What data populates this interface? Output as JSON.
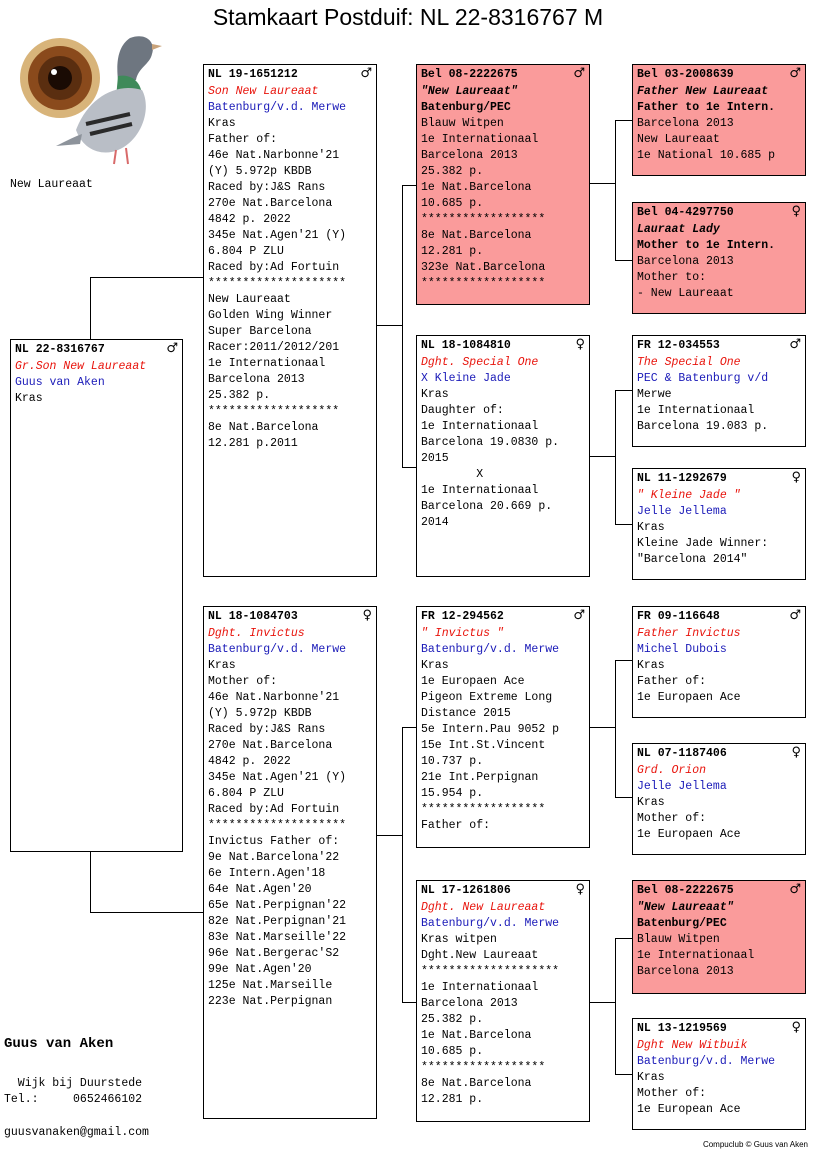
{
  "title": "Stamkaart Postduif: NL  22-8316767 M",
  "photo_caption": "New Laureaat",
  "owner": {
    "name": "Guus van Aken",
    "place": "  Wijk bij Duurstede",
    "phone": "Tel.:     0652466102",
    "email": "guusvanaken@gmail.com"
  },
  "footer": "Compuclub © Guus van Aken",
  "cards": {
    "subject": {
      "ring": "NL  22-8316767",
      "sex": "♂",
      "name": "Gr.Son New Laureaat",
      "breeder": "Guus van Aken",
      "lines": [
        "Kras"
      ]
    },
    "father": {
      "ring": "NL  19-1651212",
      "sex": "♂",
      "name": "Son New Laureaat",
      "breeder": "Batenburg/v.d. Merwe",
      "lines": [
        "Kras",
        "Father of:",
        "46e Nat.Narbonne'21",
        "(Y) 5.972p KBDB",
        "Raced by:J&S Rans",
        "270e Nat.Barcelona",
        "4842 p. 2022",
        "345e Nat.Agen'21 (Y)",
        "6.804 P ZLU",
        "Raced by:Ad Fortuin",
        "********************",
        "New Laureaat",
        "Golden Wing Winner",
        "Super Barcelona",
        "Racer:2011/2012/201",
        "1e Internationaal",
        "Barcelona 2013",
        "25.382 p.",
        "*******************",
        "8e Nat.Barcelona",
        "12.281 p.2011"
      ]
    },
    "mother": {
      "ring": "NL  18-1084703",
      "sex": "♀",
      "name": "Dght. Invictus",
      "breeder": "Batenburg/v.d. Merwe",
      "lines": [
        "Kras",
        "Mother of:",
        "46e Nat.Narbonne'21",
        "(Y) 5.972p KBDB",
        "Raced by:J&S Rans",
        "270e Nat.Barcelona",
        "4842 p. 2022",
        "345e Nat.Agen'21 (Y)",
        "6.804 P ZLU",
        "Raced by:Ad Fortuin",
        "********************",
        "Invictus Father of:",
        "9e Nat.Barcelona'22",
        "6e Intern.Agen'18",
        "64e Nat.Agen'20",
        "65e Nat.Perpignan'22",
        "82e Nat.Perpignan'21",
        "83e Nat.Marseille'22",
        "96e Nat.Bergerac'S2",
        "99e Nat.Agen'20",
        "125e Nat.Marseille",
        "223e Nat.Perpignan"
      ]
    },
    "ff": {
      "ring": "Bel 08-2222675",
      "sex": "♂",
      "name": "\"New Laureaat\"",
      "breeder": "Batenburg/PEC",
      "lines": [
        "Blauw Witpen",
        "1e Internationaal",
        "Barcelona 2013",
        "25.382 p.",
        "1e Nat.Barcelona",
        "10.685 p.",
        "******************",
        "8e Nat.Barcelona",
        "12.281 p.",
        "323e Nat.Barcelona",
        "******************"
      ]
    },
    "fm": {
      "ring": "NL  18-1084810",
      "sex": "♀",
      "name": "Dght. Special One",
      "breeder": "X Kleine Jade",
      "lines": [
        "Kras",
        "Daughter of:",
        "1e Internationaal",
        "Barcelona 19.0830 p.",
        "2015",
        "        X",
        "",
        "1e Internationaal",
        "Barcelona 20.669 p.",
        "2014"
      ]
    },
    "mf": {
      "ring": "FR  12-294562",
      "sex": "♂",
      "name": "\" Invictus \"",
      "breeder": "Batenburg/v.d. Merwe",
      "lines": [
        "Kras",
        "1e Europaen Ace",
        "Pigeon Extreme Long",
        "Distance 2015",
        "5e Intern.Pau 9052 p",
        "15e Int.St.Vincent",
        "10.737 p.",
        "21e Int.Perpignan",
        "15.954 p.",
        "******************",
        "Father of:"
      ]
    },
    "mm": {
      "ring": "NL  17-1261806",
      "sex": "♀",
      "name": "Dght. New Laureaat",
      "breeder": "Batenburg/v.d. Merwe",
      "lines": [
        "Kras witpen",
        "Dght.New Laureaat",
        "********************",
        "1e Internationaal",
        "Barcelona 2013",
        "25.382 p.",
        "1e Nat.Barcelona",
        "10.685 p.",
        "******************",
        "8e Nat.Barcelona",
        "12.281 p."
      ]
    },
    "fff": {
      "ring": "Bel 03-2008639",
      "sex": "♂",
      "name": "Father New Laureaat",
      "breeder": "Father to 1e Intern.",
      "lines": [
        "Barcelona 2013",
        "New Laureaat",
        "1e National 10.685 p"
      ]
    },
    "ffm": {
      "ring": "Bel 04-4297750",
      "sex": "♀",
      "name": "Lauraat Lady",
      "breeder": "Mother to 1e Intern.",
      "lines": [
        "Barcelona 2013",
        "Mother to:",
        "- New Laureaat"
      ]
    },
    "fmf": {
      "ring": "FR  12-034553",
      "sex": "♂",
      "name": "The Special One",
      "breeder": "PEC & Batenburg v/d",
      "lines": [
        "Merwe",
        "1e Internationaal",
        "Barcelona 19.083 p."
      ]
    },
    "fmm": {
      "ring": "NL  11-1292679",
      "sex": "♀",
      "name": "\" Kleine Jade \"",
      "breeder": "Jelle Jellema",
      "lines": [
        "Kras",
        "Kleine Jade Winner:",
        "\"Barcelona 2014\""
      ]
    },
    "mff": {
      "ring": "FR  09-116648",
      "sex": "♂",
      "name": "Father Invictus",
      "breeder": "Michel Dubois",
      "lines": [
        "Kras",
        "Father of:",
        "1e Europaen Ace"
      ]
    },
    "mfm": {
      "ring": "NL  07-1187406",
      "sex": "♀",
      "name": "Grd. Orion",
      "breeder": "Jelle Jellema",
      "lines": [
        "Kras",
        "Mother of:",
        "1e Europaen Ace"
      ]
    },
    "mmf": {
      "ring": "Bel 08-2222675",
      "sex": "♂",
      "name": "\"New Laureaat\"",
      "breeder": "Batenburg/PEC",
      "lines": [
        "Blauw Witpen",
        "1e Internationaal",
        "Barcelona 2013"
      ]
    },
    "mmm": {
      "ring": "NL  13-1219569",
      "sex": "♀",
      "name": "Dght New Witbuik",
      "breeder": "Batenburg/v.d. Merwe",
      "lines": [
        "Kras",
        "Mother of:",
        "1e European Ace"
      ]
    }
  }
}
